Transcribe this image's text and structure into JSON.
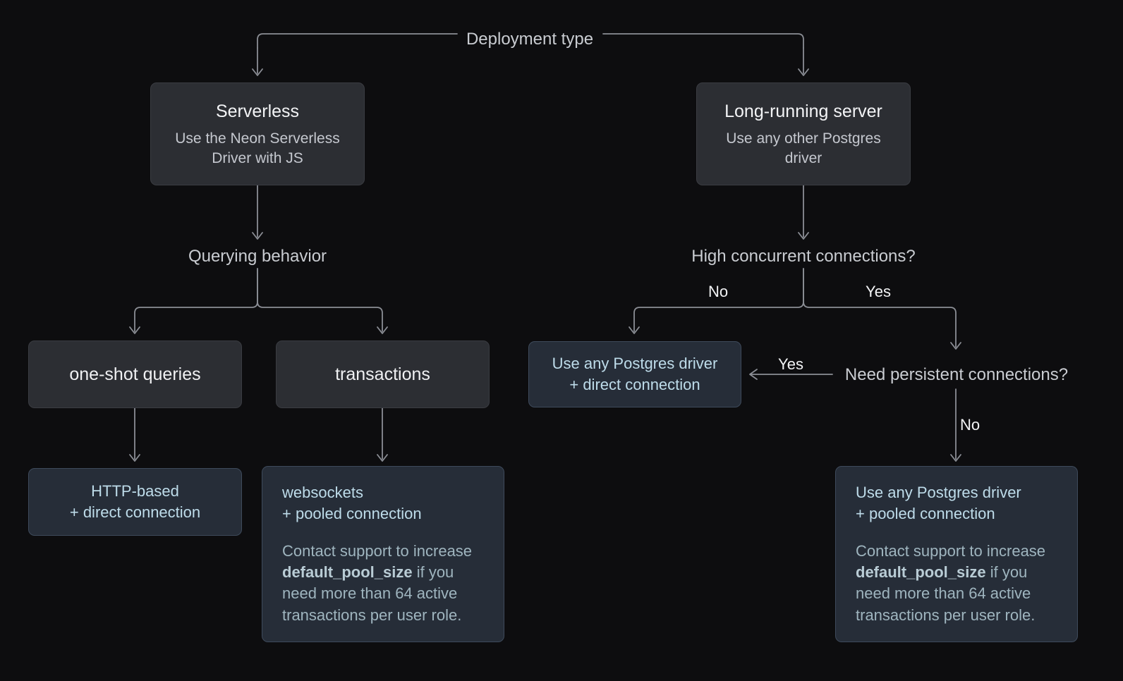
{
  "diagram": {
    "title": "Deployment type",
    "root_label": "Deployment type",
    "branch_labels": {
      "querying_behavior": "Querying behavior",
      "high_concurrent": "High concurrent connections?",
      "need_persistent": "Need persistent connections?"
    },
    "edge_labels": {
      "concurrency_no": "No",
      "concurrency_yes": "Yes",
      "persistent_yes": "Yes",
      "persistent_no": "No"
    },
    "nodes": {
      "serverless": {
        "title": "Serverless",
        "subtitle": "Use the Neon Serverless Driver with JS"
      },
      "long_running": {
        "title": "Long-running server",
        "subtitle": "Use any other Postgres driver"
      },
      "one_shot": {
        "title": "one-shot queries"
      },
      "transactions": {
        "title": "transactions"
      },
      "http_direct": {
        "line1": "HTTP-based",
        "line2": "+ direct connection"
      },
      "websockets_pooled": {
        "line1": "websockets",
        "line2": "+ pooled connection",
        "note_before": "Contact support to increase ",
        "note_code": "default_pool_size",
        "note_after": " if you need more than 64 active transactions per user role."
      },
      "driver_direct": {
        "line1": "Use any Postgres driver",
        "line2": "+ direct connection"
      },
      "driver_pooled": {
        "line1": "Use any Postgres driver",
        "line2": "+ pooled connection",
        "note_before": "Contact support to increase ",
        "note_code": "default_pool_size",
        "note_after": " if you need more than 64 active transactions per user role."
      }
    },
    "colors": {
      "background": "#0d0d0f",
      "gray_node_fill": "#2c2e33",
      "gray_node_border": "#3a3c42",
      "blue_node_fill": "#262d38",
      "blue_node_border": "#3e4a5b",
      "accent_text": "#bedcea",
      "muted_text": "#9fb5bf",
      "connector": "#8b8e95"
    }
  }
}
